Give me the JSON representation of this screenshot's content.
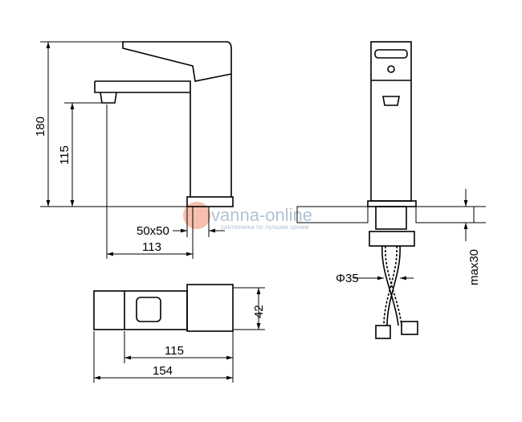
{
  "dimensions": {
    "total_height": "180",
    "spout_height": "115",
    "base_size": "50x50",
    "spout_reach": "113",
    "top_width": "42",
    "top_spout_length": "115",
    "top_total_length": "154",
    "hole_diameter": "Φ35",
    "max_counter_thickness": "max30"
  },
  "watermark": {
    "brand": "vanna-online",
    "tagline": "сантехника по лучшим ценам",
    "color": "#9fb4cc",
    "logo_color": "#f08a6a"
  }
}
